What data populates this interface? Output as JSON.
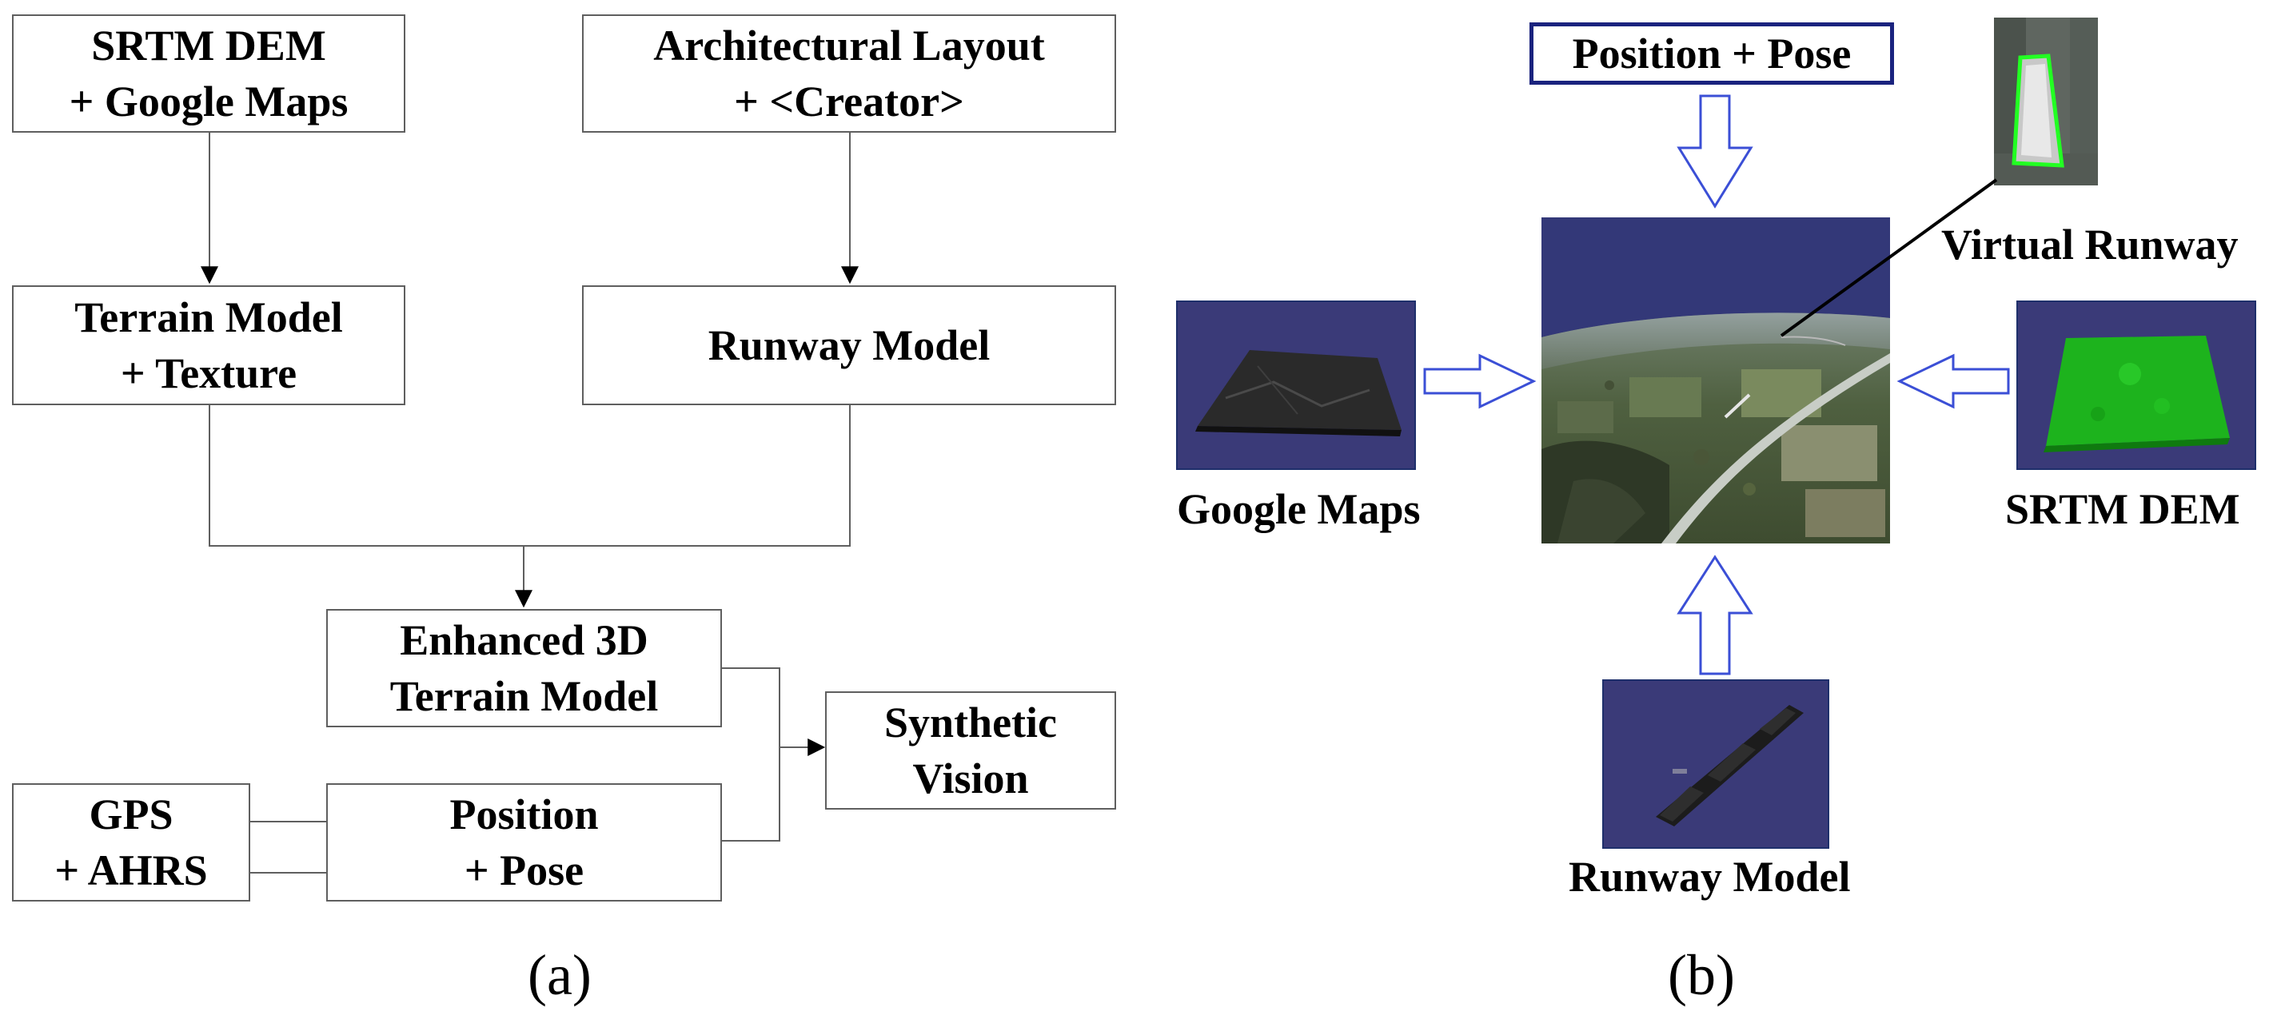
{
  "panel_a": {
    "boxes": {
      "srtm_google": [
        "SRTM DEM",
        "+ Google Maps"
      ],
      "arch_layout": [
        "Architectural Layout",
        "+ <Creator>"
      ],
      "terrain_model": [
        "Terrain Model",
        "+ Texture"
      ],
      "runway_model": [
        "Runway Model"
      ],
      "enhanced_3d": [
        "Enhanced 3D",
        "Terrain Model"
      ],
      "synthetic_vision": [
        "Synthetic",
        "Vision"
      ],
      "gps_ahrs": [
        "GPS",
        "+ AHRS"
      ],
      "position_pose": [
        "Position",
        "+ Pose"
      ]
    },
    "caption": "(a)"
  },
  "panel_b": {
    "position_pose_label": "Position + Pose",
    "virtual_runway_label": "Virtual Runway",
    "google_maps_label": "Google Maps",
    "srtm_dem_label": "SRTM DEM",
    "runway_model_label": "Runway Model",
    "caption": "(b)"
  },
  "colors": {
    "connector_line": "#5f5f5f",
    "arrow_outline": "#3b4fd6",
    "tile_background": "#3a3a78",
    "terrain_green": "#1db31d",
    "pose_box_border": "#1a237e",
    "runway_highlight": "#22ff22"
  }
}
